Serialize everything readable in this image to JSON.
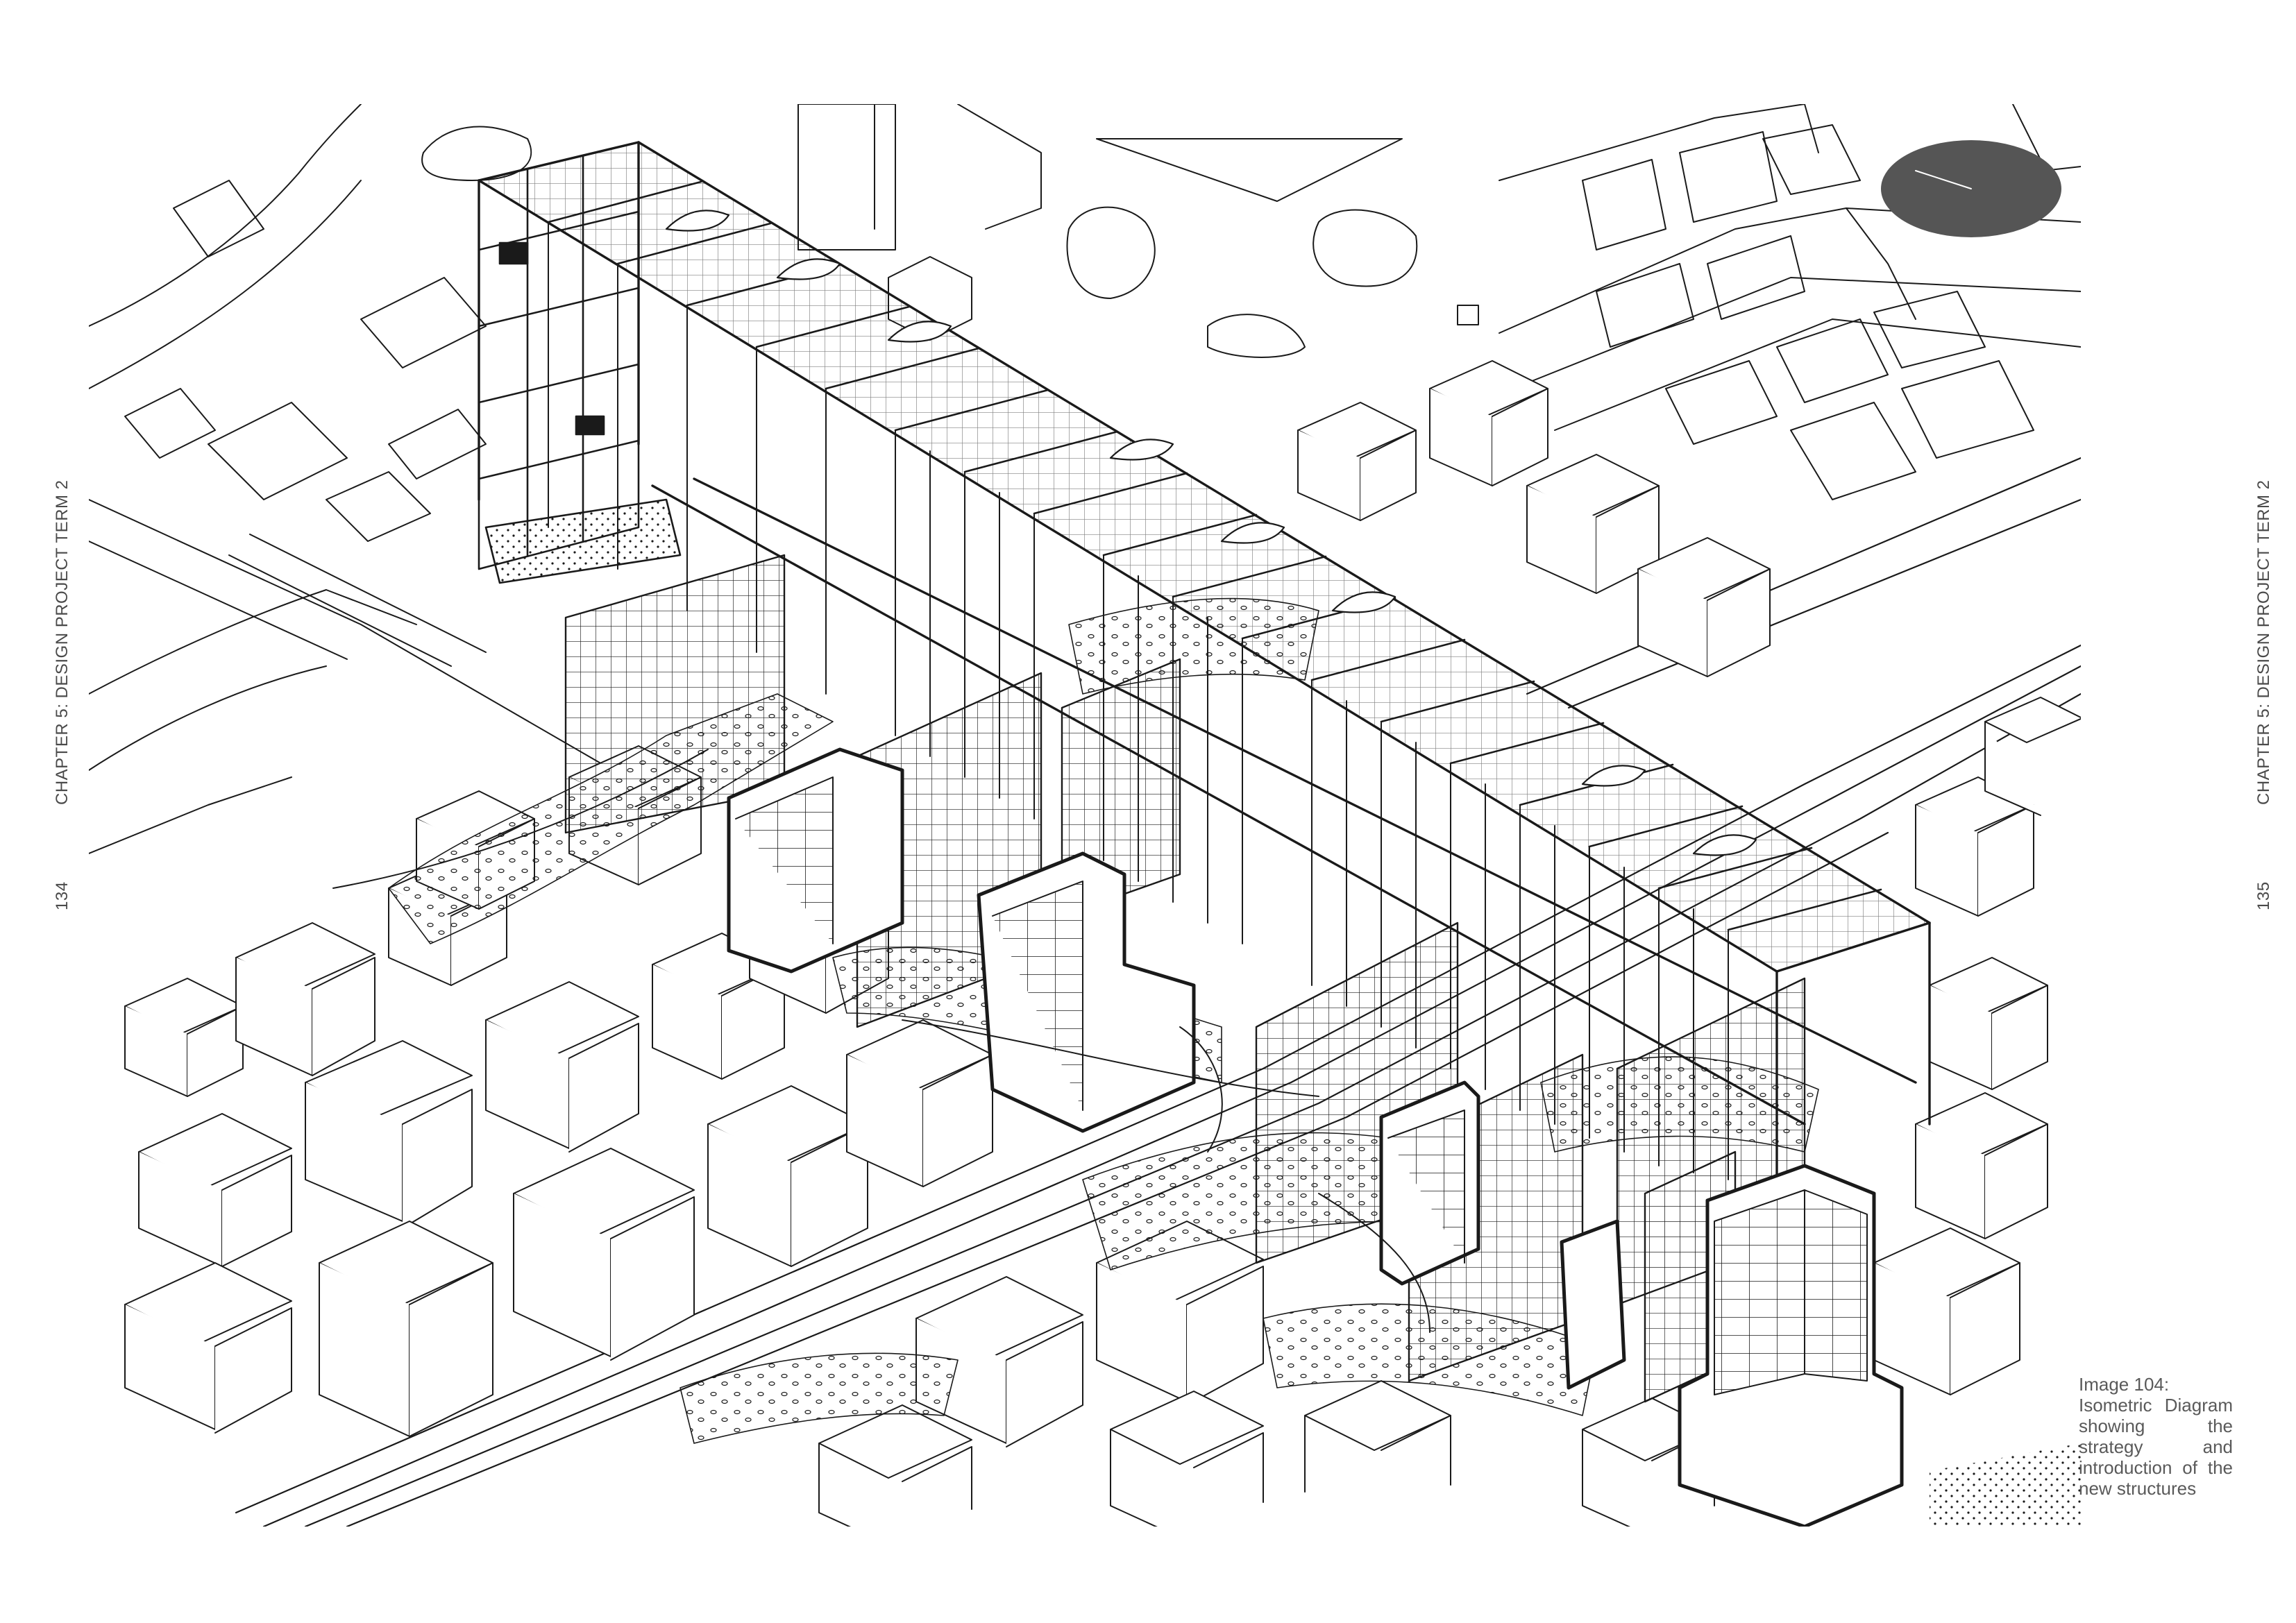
{
  "left_page": {
    "chapter": "CHAPTER 5: DESIGN PROJECT TERM 2",
    "page_number": "134"
  },
  "right_page": {
    "chapter": "CHAPTER 5: DESIGN PROJECT TERM 2",
    "page_number": "135"
  },
  "caption": {
    "title": "Image 104:",
    "body": "Isometric Diagram showing the strategy and introduction of the new structures"
  },
  "colors": {
    "line": "#1a1a1a",
    "text": "#4a4a4a",
    "north_marker": "#555555"
  }
}
